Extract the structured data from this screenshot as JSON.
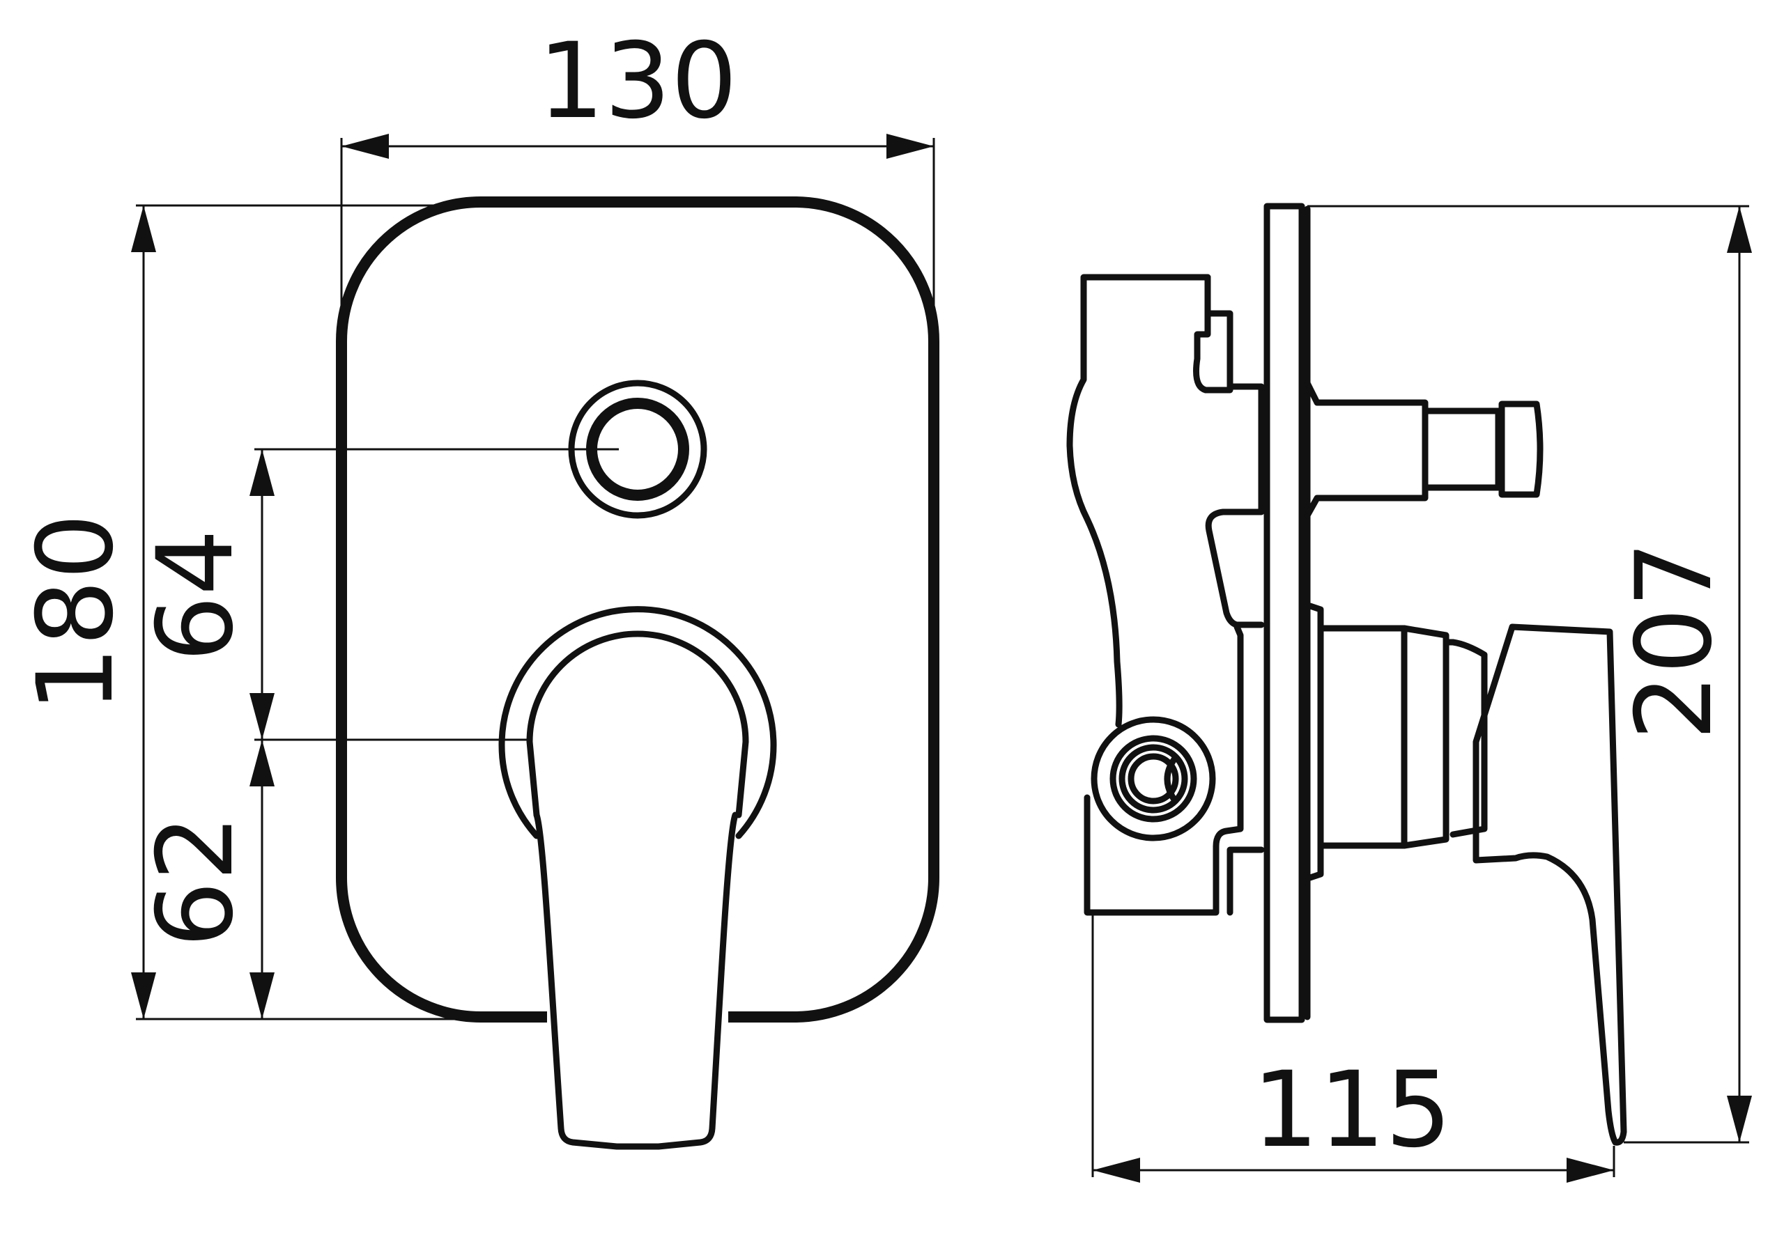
{
  "dimensions": {
    "width_front": "130",
    "height_front": "180",
    "upper_offset": "64",
    "lower_offset": "62",
    "depth_side": "115",
    "height_side": "207"
  },
  "colors": {
    "line": "#111111",
    "background": "#ffffff"
  }
}
